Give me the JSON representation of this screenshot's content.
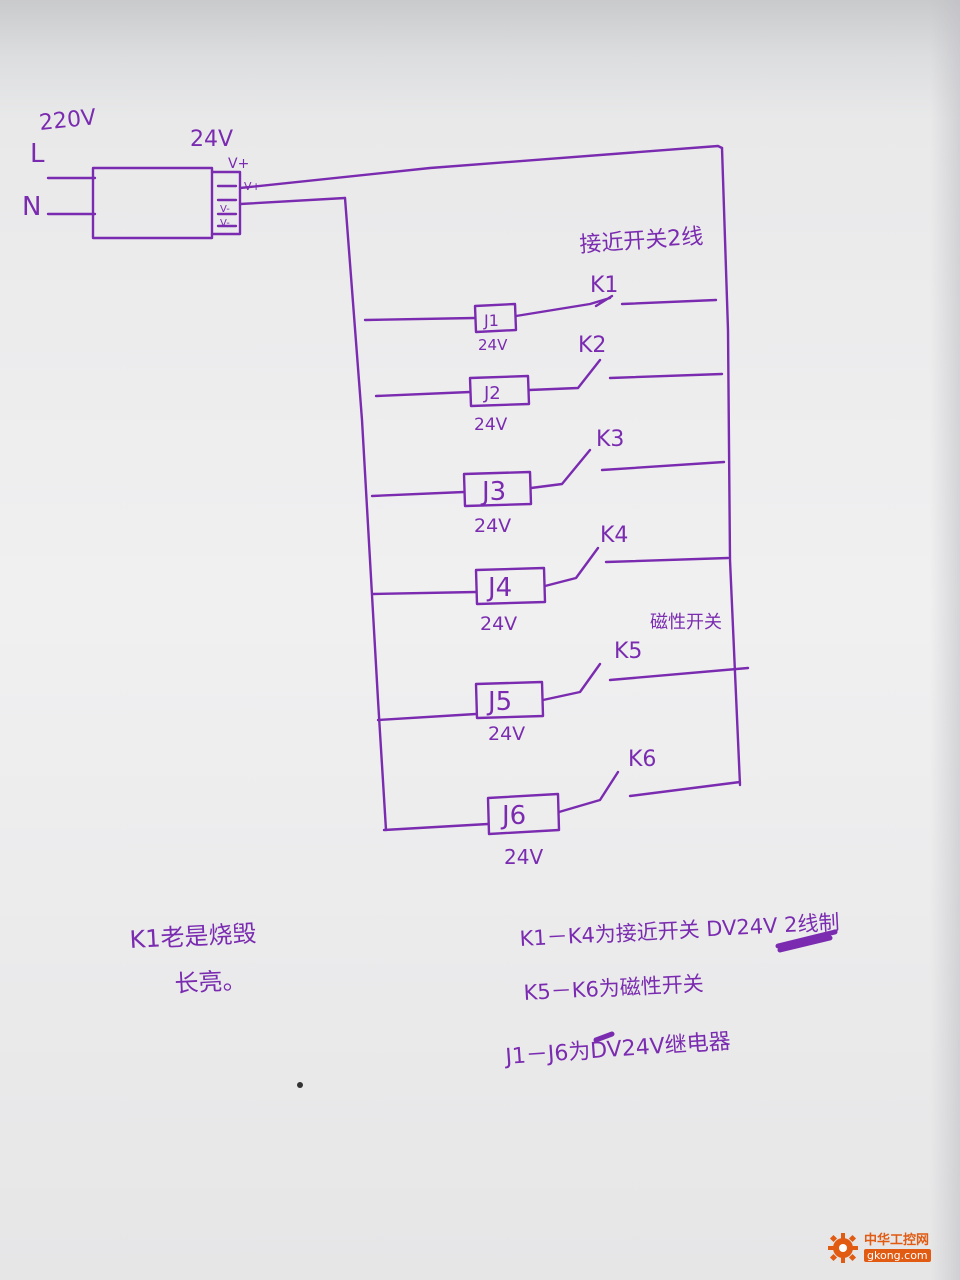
{
  "source": {
    "voltage_in": "220V",
    "phase_l": "L",
    "neutral_n": "N",
    "psu_out": "24V",
    "vplus_a": "V+",
    "vplus_b": "V+",
    "vminus_a": "V-",
    "vminus_b": "V-"
  },
  "header_note": "接近开关2线",
  "magnetic_note": "磁性开关",
  "rungs": [
    {
      "relay": "J1",
      "relay_v": "24V",
      "switch": "K1"
    },
    {
      "relay": "J2",
      "relay_v": "24V",
      "switch": "K2"
    },
    {
      "relay": "J3",
      "relay_v": "24V",
      "switch": "K3"
    },
    {
      "relay": "J4",
      "relay_v": "24V",
      "switch": "K4"
    },
    {
      "relay": "J5",
      "relay_v": "24V",
      "switch": "K5"
    },
    {
      "relay": "J6",
      "relay_v": "24V",
      "switch": "K6"
    }
  ],
  "problem_note": {
    "line1": "K1老是烧毁",
    "line2": "长亮。"
  },
  "legend": {
    "line1": "K1－K4为接近开关 DV24V 2线制",
    "line2": "K5－K6为磁性开关",
    "line3": "J1－J6为DV24V继电器"
  },
  "watermark": {
    "name": "中华工控网",
    "url": "gkong.com"
  },
  "colors": {
    "ink": "#7a2bb0",
    "watermark": "#e15b12"
  }
}
